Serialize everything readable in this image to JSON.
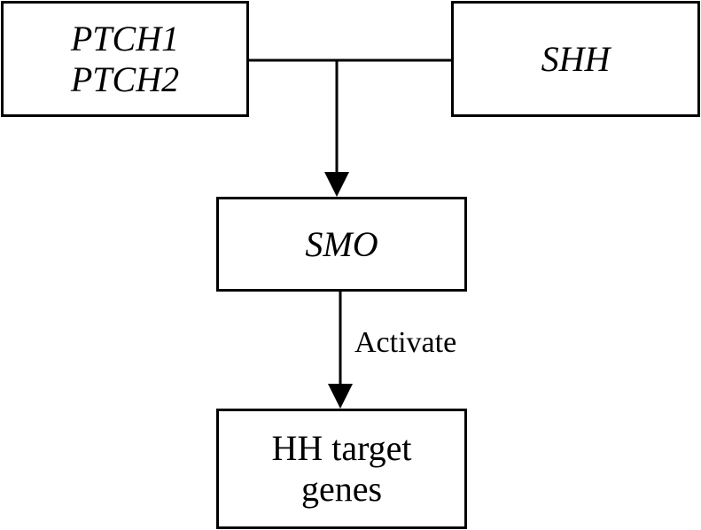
{
  "nodes": {
    "ptch": {
      "lines": [
        "PTCH1",
        "PTCH2"
      ]
    },
    "shh": {
      "label": "SHH"
    },
    "smo": {
      "label": "SMO"
    },
    "hh_target": {
      "lines": [
        "HH target",
        "genes"
      ]
    }
  },
  "edges": {
    "smo_to_target_label": "Activate"
  },
  "colors": {
    "stroke": "#000000",
    "background": "#ffffff"
  }
}
